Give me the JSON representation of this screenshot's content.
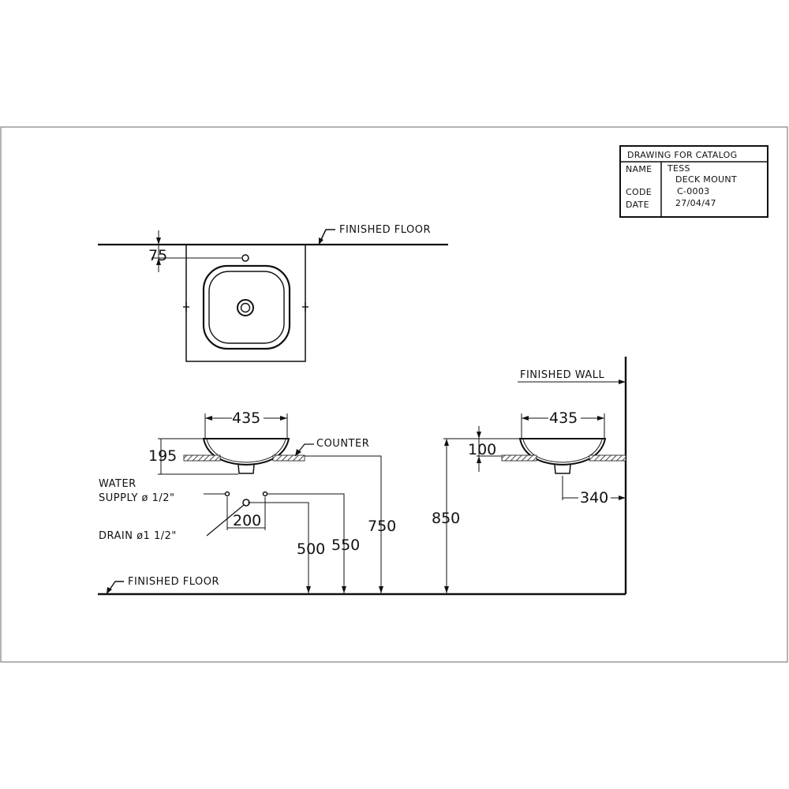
{
  "colors": {
    "ink": "#111111",
    "paper": "#ffffff",
    "frame": "#9a9a9a",
    "hatch": "#555555"
  },
  "title_block": {
    "heading": "DRAWING  FOR  CATALOG",
    "name_label": "NAME",
    "name_line1": "TESS",
    "name_line2": "DECK  MOUNT",
    "code_label": "CODE",
    "code_value": "C-0003",
    "date_label": "DATE",
    "date_value": "27/04/47"
  },
  "plan_view": {
    "finished_floor": "FINISHED  FLOOR",
    "dim_75": "75"
  },
  "front_view": {
    "dim_width": "435",
    "dim_height": "195",
    "counter": "COUNTER",
    "water_supply_line1": "WATER",
    "water_supply_line2": "SUPPLY ø 1/2\"",
    "drain": "DRAIN ø1   1/2\"",
    "dim_200": "200",
    "dim_500": "500",
    "dim_550": "550",
    "dim_750": "750",
    "finished_floor": "FINISHED  FLOOR"
  },
  "side_view": {
    "finished_wall": "FINISHED  WALL",
    "dim_width": "435",
    "dim_100": "100",
    "dim_340": "340",
    "dim_850": "850"
  }
}
